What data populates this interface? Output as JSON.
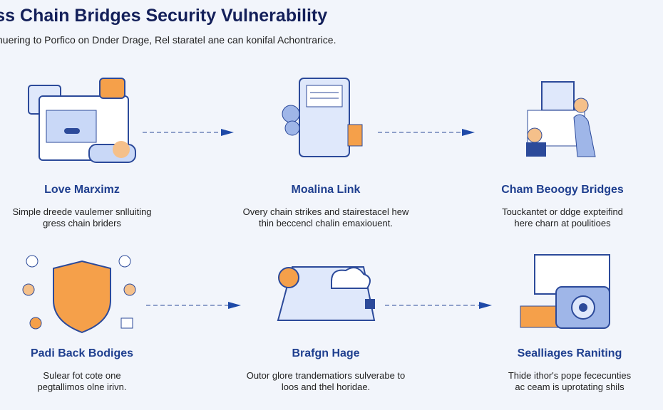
{
  "header": {
    "title": "oss Chain Bridges Security Vulnerability",
    "subtitle": "nuering to Porfico on Dnder Drage, Rel staratel ane can konifal Achontrarice."
  },
  "steps": [
    {
      "title": "Love Marximz",
      "desc_line1": "Simple dreede vaulemer snlluiting",
      "desc_line2": "gress chain briders",
      "icon": "computer-icon"
    },
    {
      "title": "Moalina Link",
      "desc_line1": "Overy chain strikes and stairestacel hew",
      "desc_line2": "thin beccencl chalin emaxiouent.",
      "icon": "server-document-icon"
    },
    {
      "title": "Cham Beoogy Bridges",
      "desc_line1": "Touckantet or ddge expteifind",
      "desc_line2": "here charn at poulitioes",
      "icon": "people-collaborate-icon"
    },
    {
      "title": "Padi Back Bodiges",
      "desc_line1": "Sulear fot cote one",
      "desc_line2": "pegtallimos olne irivn.",
      "icon": "shield-icon"
    },
    {
      "title": "Brafgn Hage",
      "desc_line1": "Outor glore trandematiors sulverabe to",
      "desc_line2": "loos and thel horidae.",
      "icon": "laptop-cloud-icon"
    },
    {
      "title": "Sealliages Raniting",
      "desc_line1": "Thide ithor's pope fececunties",
      "desc_line2": "ac ceam is uprotating shils",
      "icon": "safe-monitor-icon"
    }
  ],
  "colors": {
    "accent": "#1f4aa8",
    "orange": "#f5a04a",
    "title": "#14205a"
  }
}
